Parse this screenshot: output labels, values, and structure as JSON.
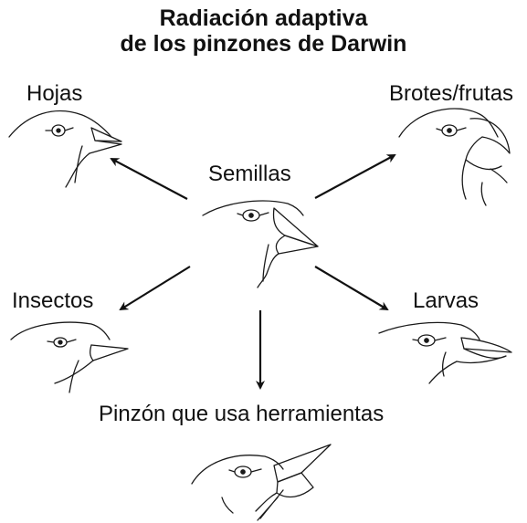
{
  "title": {
    "line1": "Radiación adaptiva",
    "line2": "de los pinzones de Darwin"
  },
  "labels": {
    "hojas": "Hojas",
    "brotes": "Brotes/frutas",
    "semillas": "Semillas",
    "insectos": "Insectos",
    "larvas": "Larvas",
    "herramientas": "Pinzón que usa herramientas"
  },
  "icons": [
    "finch-leaves-head-icon",
    "finch-buds-fruits-head-icon",
    "finch-seeds-head-icon",
    "finch-insects-head-icon",
    "finch-larvae-head-icon",
    "finch-tool-using-head-icon"
  ]
}
